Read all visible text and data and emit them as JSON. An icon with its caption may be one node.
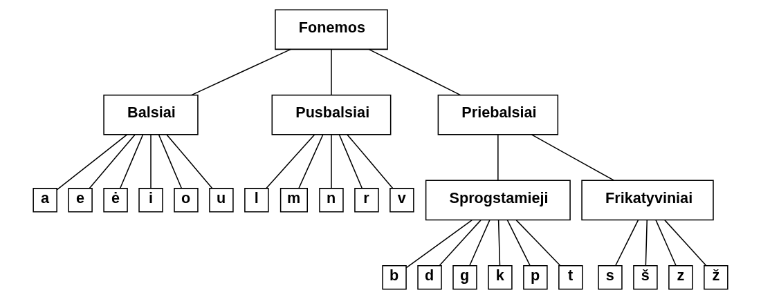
{
  "diagram": {
    "nodes": [
      {
        "text": [
          "Fonemos"
        ]
      },
      {
        "text": [
          "Balsiai"
        ]
      },
      {
        "text": [
          "Pusbalsiai"
        ]
      },
      {
        "text": [
          "Priebalsiai"
        ]
      },
      {
        "text": [
          "a"
        ]
      },
      {
        "text": [
          "e"
        ]
      },
      {
        "text": [
          "ė"
        ]
      },
      {
        "text": [
          "i"
        ]
      },
      {
        "text": [
          "o"
        ]
      },
      {
        "text": [
          "u"
        ]
      },
      {
        "text": [
          "l"
        ]
      },
      {
        "text": [
          "m"
        ]
      },
      {
        "text": [
          "n"
        ]
      },
      {
        "text": [
          "r"
        ]
      },
      {
        "text": [
          "v"
        ]
      },
      {
        "text": [
          "Sprogstamieji"
        ]
      },
      {
        "text": [
          "Frikatyviniai"
        ]
      },
      {
        "text": [
          "b"
        ]
      },
      {
        "text": [
          "d"
        ]
      },
      {
        "text": [
          "g"
        ]
      },
      {
        "text": [
          "k"
        ]
      },
      {
        "text": [
          "p"
        ]
      },
      {
        "text": [
          "t"
        ]
      },
      {
        "text": [
          "s"
        ]
      },
      {
        "text": [
          "š"
        ]
      },
      {
        "text": [
          "z"
        ]
      },
      {
        "text": [
          "ž"
        ]
      }
    ],
    "edges": [
      {
        "from": 0,
        "to": 1,
        "arrow": "none"
      },
      {
        "from": 0,
        "to": 2,
        "arrow": "none"
      },
      {
        "from": 0,
        "to": 3,
        "arrow": "none"
      },
      {
        "from": 1,
        "to": 4,
        "arrow": "none"
      },
      {
        "from": 1,
        "to": 5,
        "arrow": "none"
      },
      {
        "from": 1,
        "to": 6,
        "arrow": "none"
      },
      {
        "from": 1,
        "to": 7,
        "arrow": "none"
      },
      {
        "from": 1,
        "to": 8,
        "arrow": "none"
      },
      {
        "from": 1,
        "to": 9,
        "arrow": "none"
      },
      {
        "from": 2,
        "to": 10,
        "arrow": "none"
      },
      {
        "from": 2,
        "to": 11,
        "arrow": "none"
      },
      {
        "from": 2,
        "to": 12,
        "arrow": "none"
      },
      {
        "from": 2,
        "to": 13,
        "arrow": "none"
      },
      {
        "from": 2,
        "to": 14,
        "arrow": "none"
      },
      {
        "from": 3,
        "to": 15,
        "arrow": "none"
      },
      {
        "from": 3,
        "to": 16,
        "arrow": "none"
      },
      {
        "from": 15,
        "to": 17,
        "arrow": "none"
      },
      {
        "from": 15,
        "to": 18,
        "arrow": "none"
      },
      {
        "from": 15,
        "to": 19,
        "arrow": "none"
      },
      {
        "from": 15,
        "to": 20,
        "arrow": "none"
      },
      {
        "from": 15,
        "to": 21,
        "arrow": "none"
      },
      {
        "from": 15,
        "to": 22,
        "arrow": "none"
      },
      {
        "from": 16,
        "to": 23,
        "arrow": "none"
      },
      {
        "from": 16,
        "to": 24,
        "arrow": "none"
      },
      {
        "from": 16,
        "to": 25,
        "arrow": "none"
      },
      {
        "from": 16,
        "to": 26,
        "arrow": "none"
      }
    ]
  }
}
